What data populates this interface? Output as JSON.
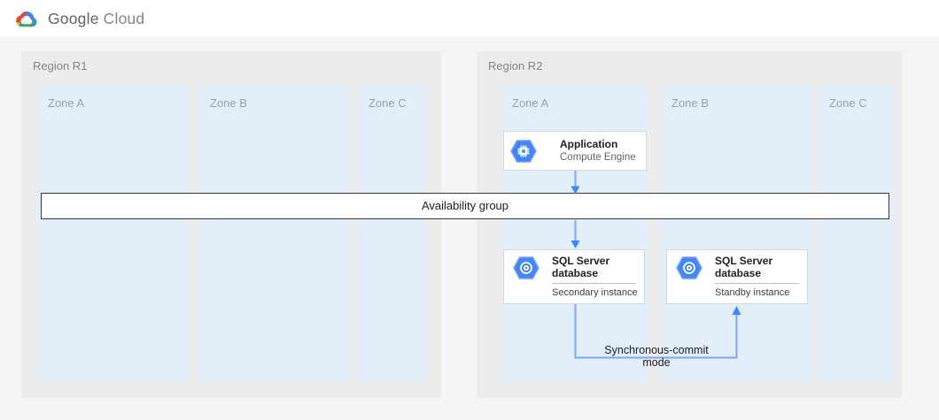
{
  "header": {
    "brand": "Google",
    "product": "Cloud"
  },
  "regions": [
    {
      "label": "Region R1",
      "zones": [
        {
          "label": "Zone A"
        },
        {
          "label": "Zone B"
        },
        {
          "label": "Zone C"
        }
      ]
    },
    {
      "label": "Region R2",
      "zones": [
        {
          "label": "Zone A"
        },
        {
          "label": "Zone B"
        },
        {
          "label": "Zone C"
        }
      ]
    }
  ],
  "availability_group": {
    "label": "Availability group"
  },
  "cards": {
    "application": {
      "title": "Application",
      "subtitle": "Compute Engine",
      "icon": "compute-engine-icon"
    },
    "sql_secondary": {
      "title": "SQL Server database",
      "instance": "Secondary instance",
      "icon": "sql-database-icon"
    },
    "sql_standby": {
      "title": "SQL Server database",
      "instance": "Standby instance",
      "icon": "sql-database-icon"
    }
  },
  "connections": {
    "sync_label": "Synchronous-commit mode"
  },
  "colors": {
    "accent_blue": "#4285f4",
    "arrow_line": "#76a7fa",
    "zone_fill": "#e2effb",
    "region_fill": "#ececed",
    "page_band": "#f5f5f6",
    "bar_border": "#35383b"
  }
}
